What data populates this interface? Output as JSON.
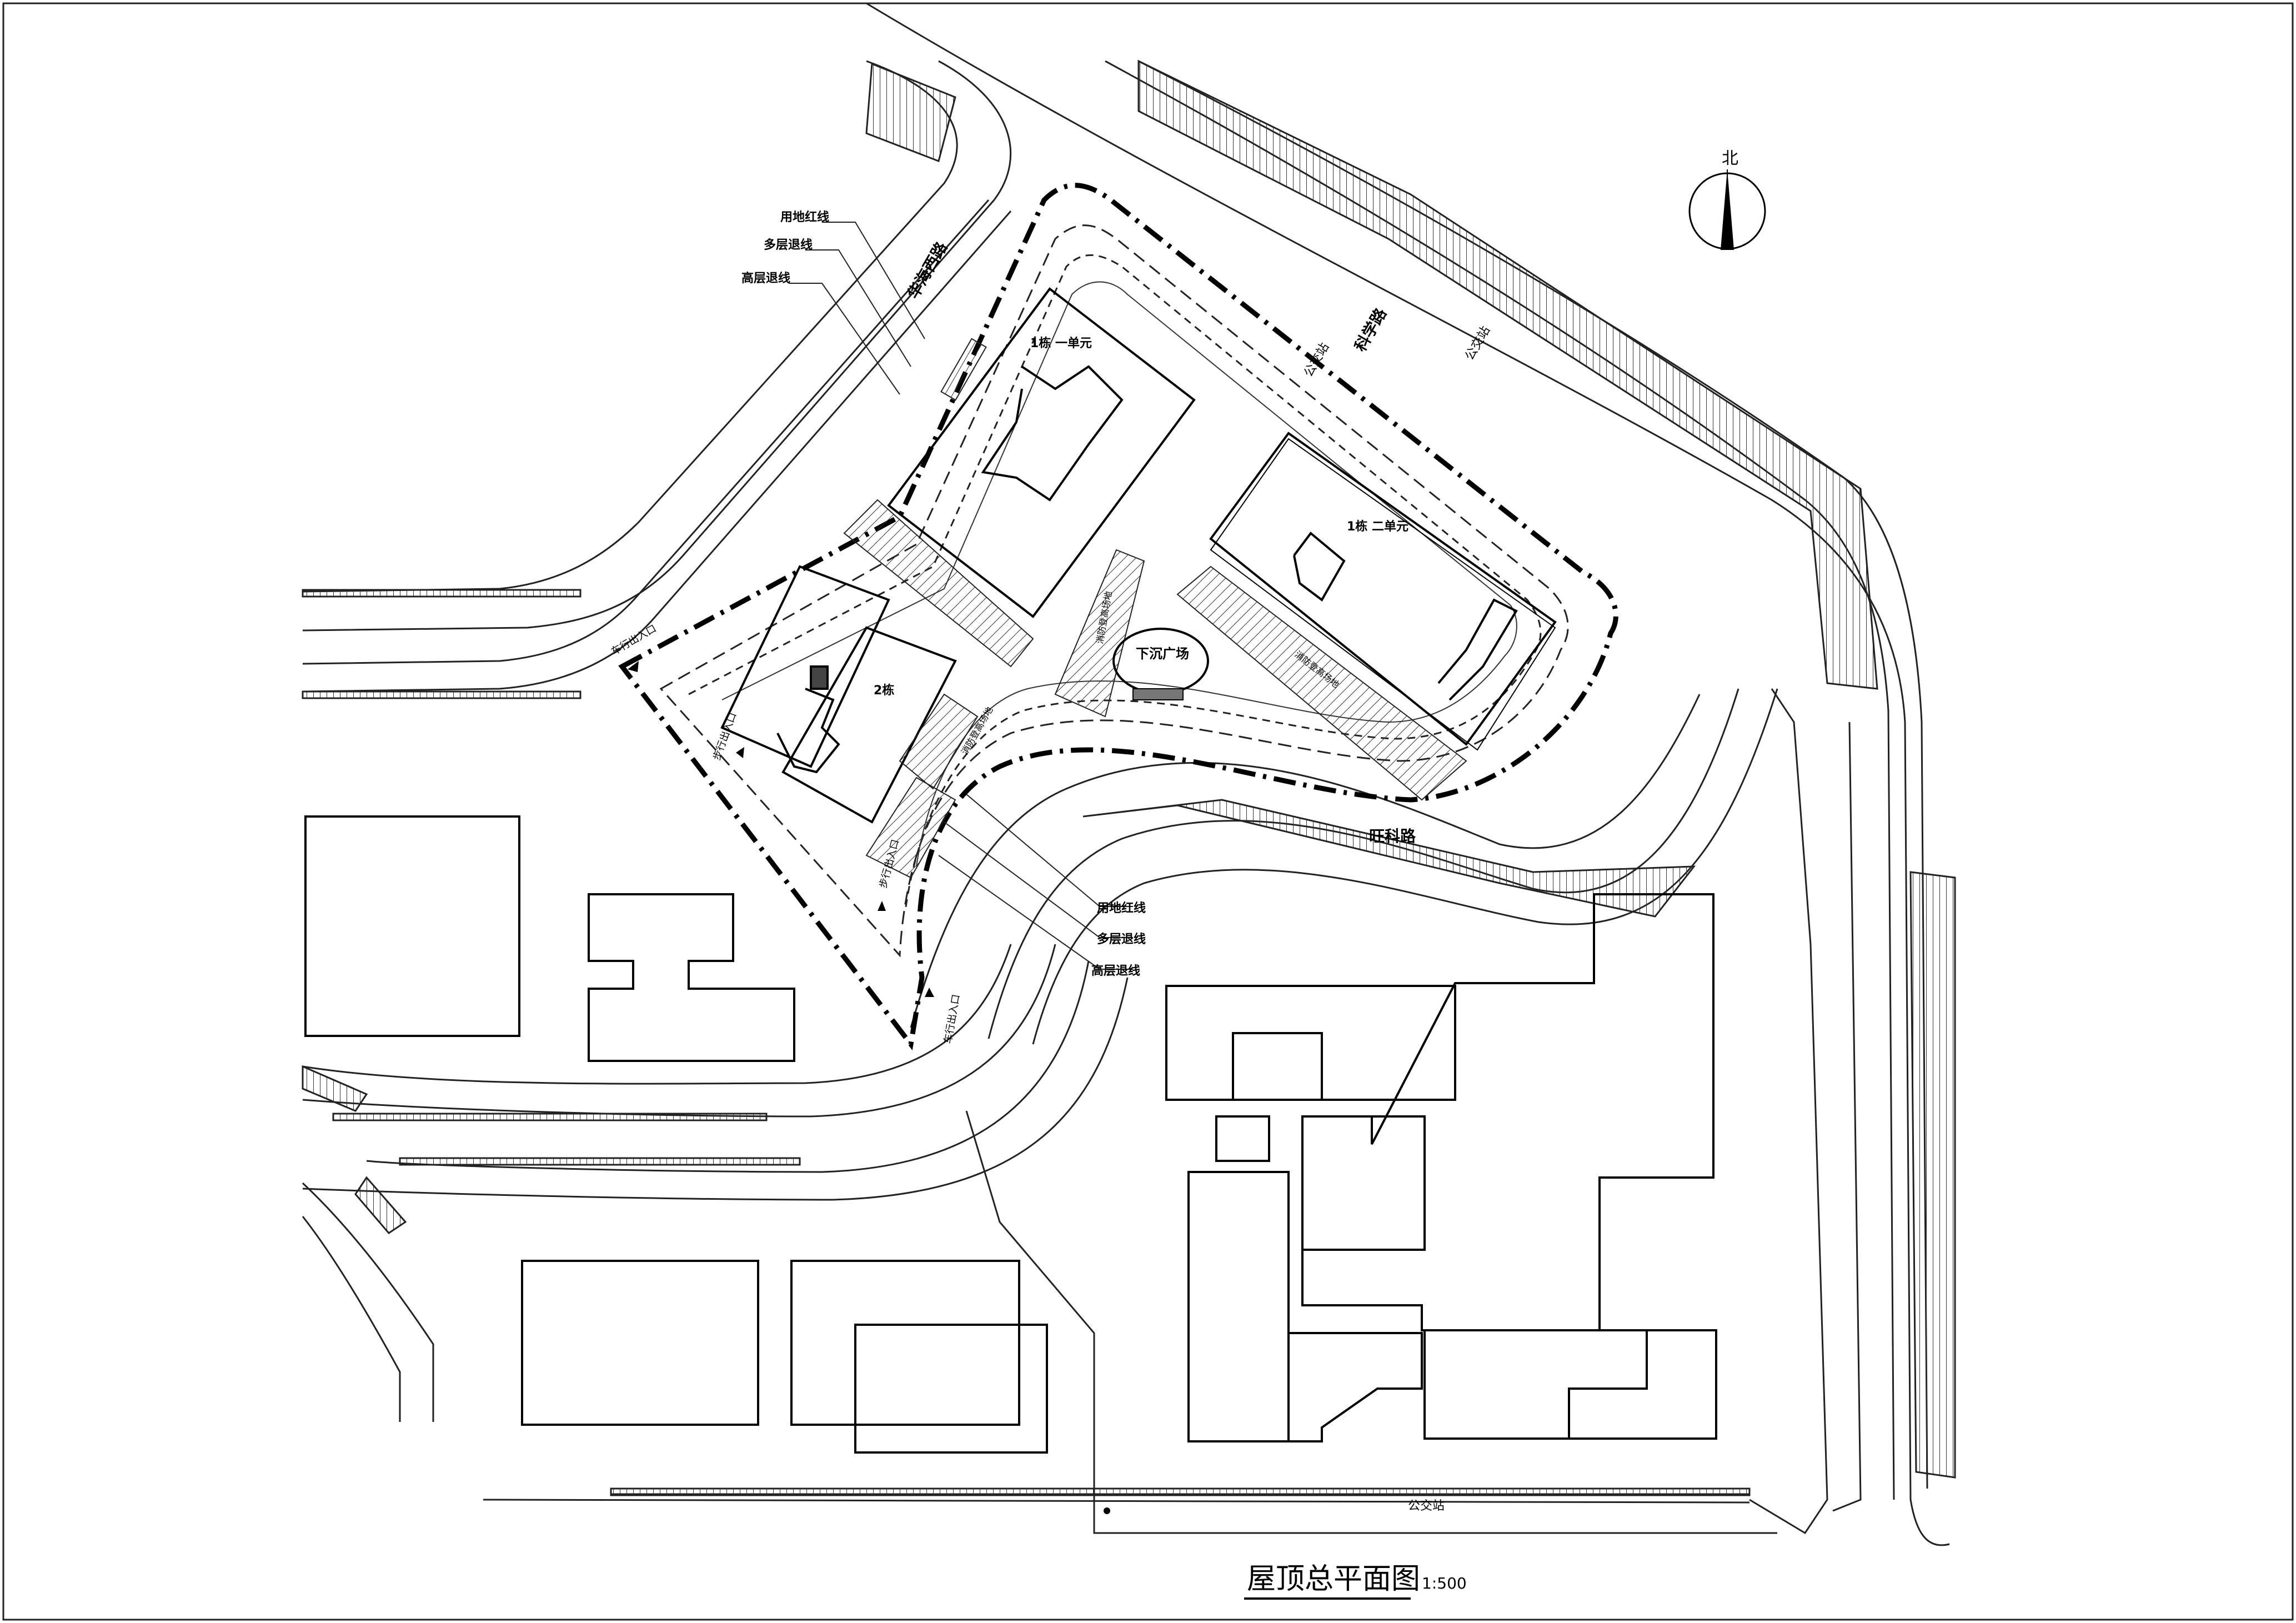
{
  "drawing": {
    "title": "屋顶总平面图",
    "scale": "1:500",
    "north": "北"
  },
  "roads": {
    "huahai": "华海西路",
    "keji": "科学路",
    "wangke": "旺科路"
  },
  "bus_stops": {
    "bus1": "公交站",
    "bus2": "公交站",
    "bus3": "公交站"
  },
  "buildings": {
    "b1_unit1": "1栋 一单元",
    "b1_unit2": "1栋 二单元",
    "b2": "2栋"
  },
  "plaza": "下沉广场",
  "callouts": {
    "top": {
      "red": "用地红线",
      "multi": "多层退线",
      "high": "高层退线"
    },
    "bottom": {
      "red": "用地红线",
      "multi": "多层退线",
      "high": "高层退线"
    }
  },
  "entrances": {
    "veh1": "车行出入口",
    "veh2": "车行出入口",
    "ped1": "步行出入口",
    "ped2": "步行出入口"
  },
  "ramps": {
    "r1": "消防登高场地",
    "r2": "消防登高场地",
    "r3": "消防登高场地"
  }
}
